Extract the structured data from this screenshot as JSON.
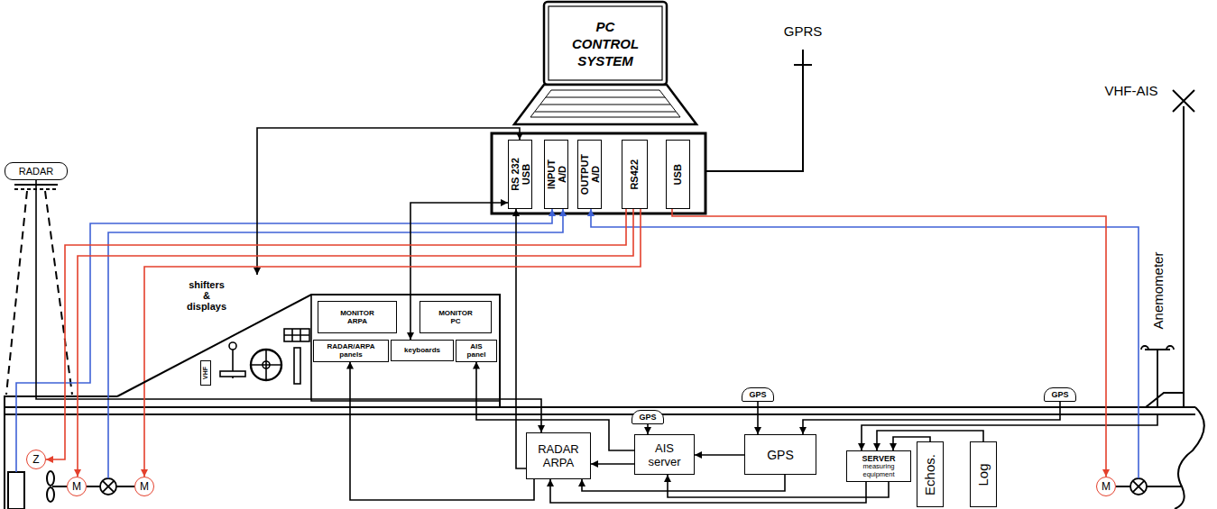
{
  "diagram": {
    "nodes": [
      {
        "text": [
          "RADAR"
        ]
      },
      {
        "text": [
          "PC CONTROL SYSTEM"
        ]
      },
      {
        "text": [
          "RS 232 USB"
        ]
      },
      {
        "text": [
          "INPUT A/D"
        ]
      },
      {
        "text": [
          "OUTPUT A/D"
        ]
      },
      {
        "text": [
          "RS422"
        ]
      },
      {
        "text": [
          "USB"
        ]
      },
      {
        "text": [
          "shifters & displays"
        ]
      },
      {
        "text": [
          "VHF"
        ],
        "in": 7
      },
      {
        "text": [
          "MONITOR ARPA"
        ],
        "in": 7
      },
      {
        "text": [
          "MONITOR PC"
        ],
        "in": 7
      },
      {
        "text": [
          "RADAR/ARPA panels"
        ],
        "in": 7
      },
      {
        "text": [
          "keyboards"
        ],
        "in": 7
      },
      {
        "text": [
          "AIS panel"
        ],
        "in": 7
      },
      {
        "text": [
          "GPS"
        ]
      },
      {
        "text": [
          "GPS"
        ]
      },
      {
        "text": [
          "GPS"
        ]
      },
      {
        "text": [
          "Z"
        ]
      },
      {
        "text": [
          "M"
        ]
      },
      {
        "text": [
          "M"
        ]
      },
      {
        "text": [
          "RADAR ARPA"
        ]
      },
      {
        "text": [
          "AIS server"
        ]
      },
      {
        "text": [
          "GPS"
        ]
      },
      {
        "text": [
          "SERVER",
          "measuring equipment"
        ]
      },
      {
        "text": [
          "Echos."
        ]
      },
      {
        "text": [
          "Log"
        ]
      },
      {
        "text": [
          "M"
        ]
      }
    ],
    "edges": [
      {
        "from": 7,
        "to": 2,
        "arrow": "both"
      },
      {
        "from": 12,
        "to": 2,
        "arrow": "both"
      },
      {
        "from": 20,
        "to": 2,
        "arrow": "to"
      },
      {
        "from": 0,
        "to": 20,
        "arrow": "to"
      },
      {
        "from": 20,
        "to": 11,
        "arrow": "to"
      },
      {
        "from": 21,
        "to": 13,
        "arrow": "to"
      },
      {
        "from": 14,
        "to": 21,
        "arrow": "to"
      },
      {
        "from": 15,
        "to": 22,
        "arrow": "to"
      },
      {
        "from": 16,
        "to": 22,
        "arrow": "to"
      },
      {
        "from": 22,
        "to": 21,
        "arrow": "to"
      },
      {
        "from": 22,
        "to": 20,
        "arrow": "to"
      },
      {
        "from": 21,
        "to": 20,
        "arrow": "to"
      },
      {
        "from": 24,
        "to": 23,
        "arrow": "to"
      },
      {
        "from": 25,
        "to": 23,
        "arrow": "to"
      },
      {
        "from": 23,
        "to": 20,
        "arrow": "to"
      },
      {
        "from": 23,
        "to": 21,
        "arrow": "to"
      },
      {
        "from": 5,
        "to": 17,
        "arrow": "to"
      },
      {
        "from": 5,
        "to": 18,
        "arrow": "to"
      },
      {
        "from": 5,
        "to": 19,
        "arrow": "to"
      },
      {
        "from": 6,
        "to": 26,
        "arrow": "to"
      }
    ],
    "labels": [
      "GPRS",
      "VHF-AIS",
      "Anemometer"
    ]
  }
}
